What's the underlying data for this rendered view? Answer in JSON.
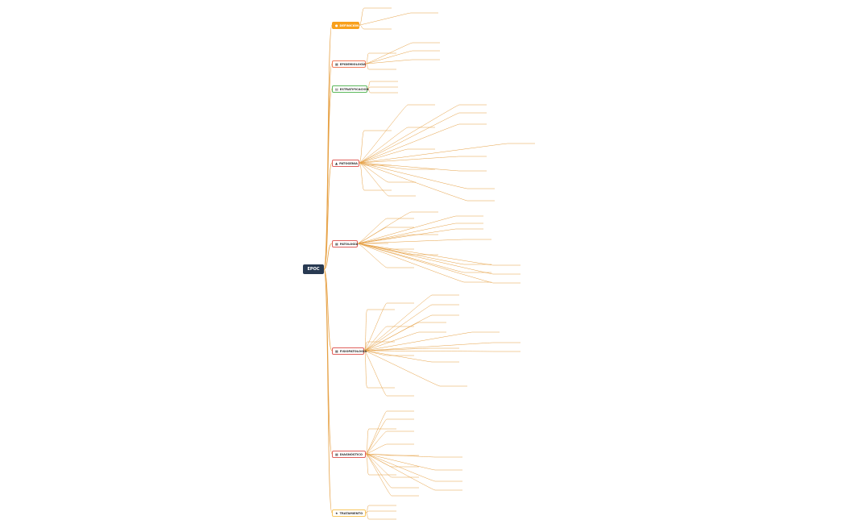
{
  "root": {
    "label": "EPOC"
  },
  "branches": [
    {
      "label": "DEFINICIÓN",
      "icon": "lightbulb-icon",
      "color": "#f8a01c"
    },
    {
      "label": "EPIDEMIOLOGÍA",
      "icon": "grid-icon",
      "color": "#f27c5c"
    },
    {
      "label": "ESTRATIFICACIÓN",
      "icon": "layers-icon",
      "color": "#5cb85c"
    },
    {
      "label": "PATOGENIA",
      "icon": "flask-icon",
      "color": "#e0605c"
    },
    {
      "label": "PATOLOGÍA",
      "icon": "grid-icon",
      "color": "#e0605c"
    },
    {
      "label": "FISIOPATOLOGÍA",
      "icon": "grid-icon",
      "color": "#e0605c"
    },
    {
      "label": "DIAGNÓSTICO",
      "icon": "grid-icon",
      "color": "#e0605c"
    },
    {
      "label": "TRATAMIENTO",
      "icon": "star-icon",
      "color": "#f8c75c"
    }
  ],
  "colors": {
    "root_bg": "#283a52",
    "connector": "#e6a043"
  }
}
